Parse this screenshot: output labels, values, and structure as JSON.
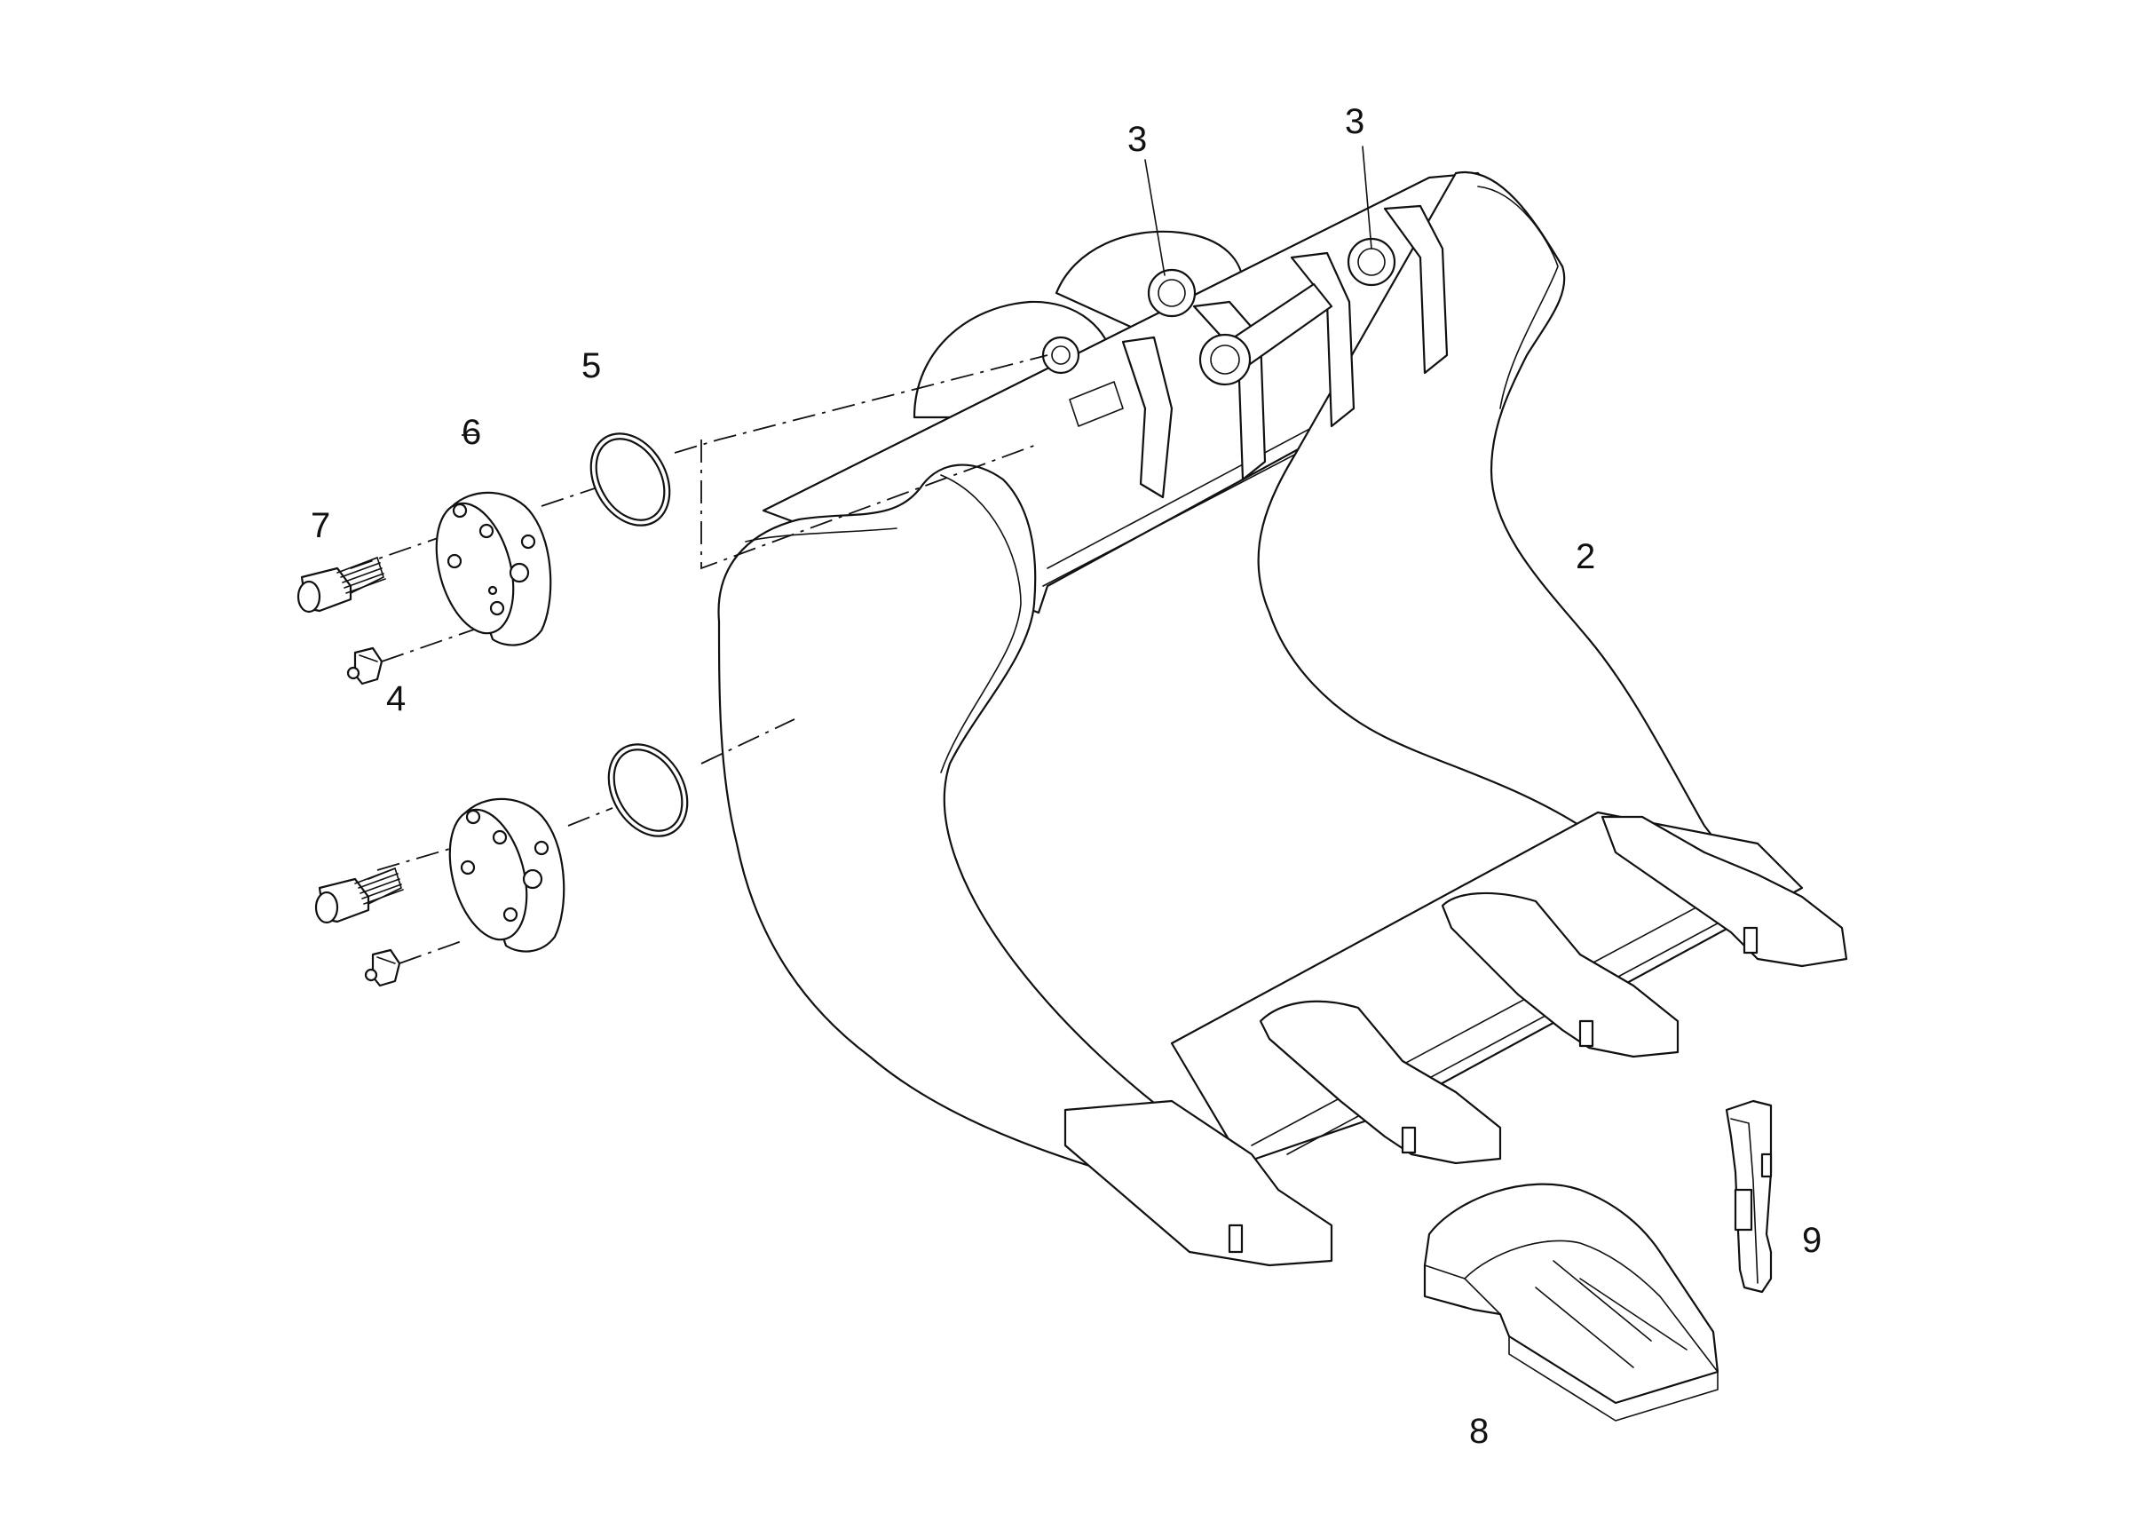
{
  "callouts": {
    "c2": "2",
    "c3a": "3",
    "c3b": "3",
    "c4": "4",
    "c5": "5",
    "c6": "6",
    "c7": "7",
    "c8": "8",
    "c9": "9"
  }
}
